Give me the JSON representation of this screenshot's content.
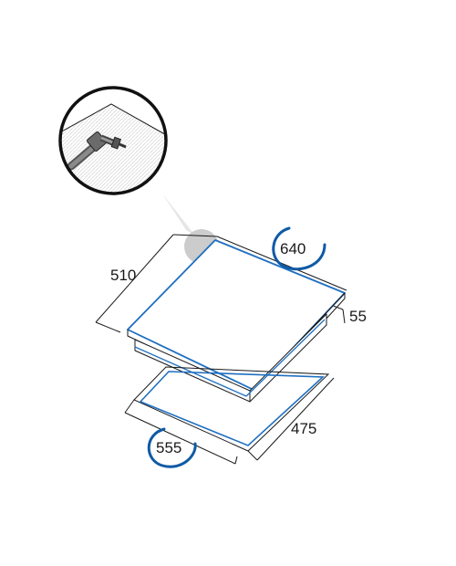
{
  "diagram": {
    "dimensions": {
      "width_top": "640",
      "depth_top": "510",
      "height": "55",
      "cutout_width": "555",
      "cutout_depth": "475"
    },
    "highlighted_dimensions": [
      "640",
      "555"
    ],
    "colors": {
      "outline": "#1a1a1a",
      "accent_blue": "#1e6fc0",
      "swoosh_blue": "#0f5aa6",
      "detail_gray": "#c6c6c6",
      "hatch": "#d9d9d9"
    },
    "icons": [
      "gas-connector-icon"
    ]
  }
}
